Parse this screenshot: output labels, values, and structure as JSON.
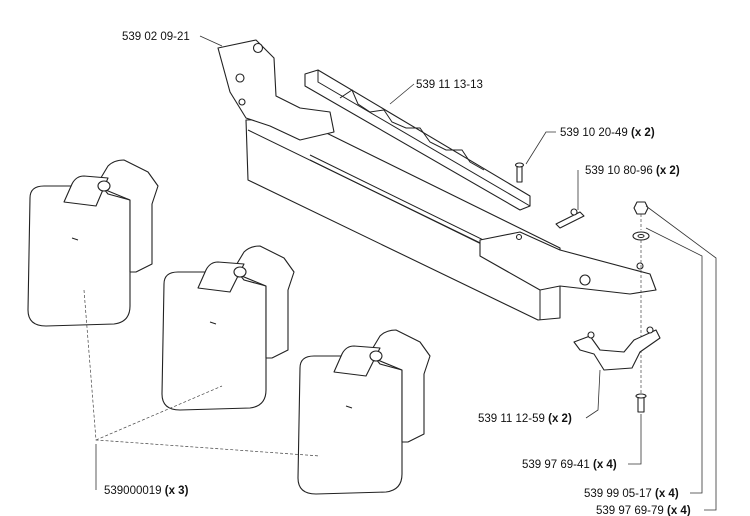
{
  "callouts": {
    "weight_bracket": {
      "code": "539 02 09-21",
      "qty": ""
    },
    "weight_rail": {
      "code": "539 11 13-13",
      "qty": ""
    },
    "bolt": {
      "code": "539 10 20-49",
      "qty": "(x 2)"
    },
    "pin": {
      "code": "539 10 80-96",
      "qty": "(x 2)"
    },
    "clamp": {
      "code": "539 11 12-59",
      "qty": "(x 2)"
    },
    "screw": {
      "code": "539 97 69-41",
      "qty": "(x 4)"
    },
    "weights": {
      "code": "539000019",
      "qty": "(x 3)"
    },
    "washer": {
      "code": "539 99 05-17",
      "qty": "(x 4)"
    },
    "nut": {
      "code": "539 97 69-79",
      "qty": "(x 4)"
    }
  }
}
